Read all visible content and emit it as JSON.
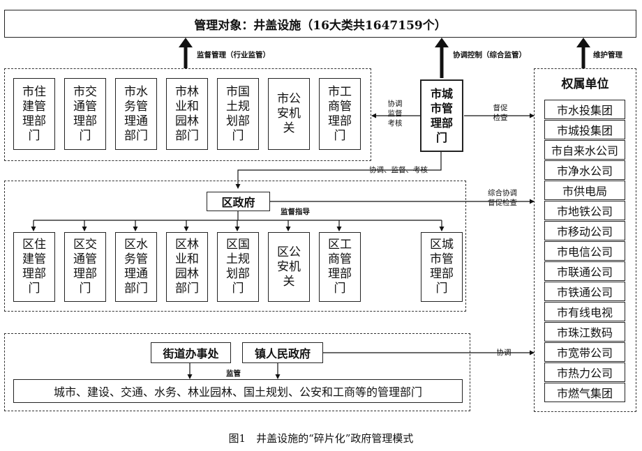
{
  "top": {
    "title": "管理对象：井盖设施（16大类共1647159个）"
  },
  "top_labels": {
    "supervision": "监督管理（行业监管）",
    "coordination": "协调控制（综合监管）",
    "maintenance": "维护管理"
  },
  "city_depts": [
    "市住建管理部门",
    "市交通管理部门",
    "市水务管理通部门",
    "市林业和园林部门",
    "市国土规划部门",
    "市公安机关",
    "市工商管理部门"
  ],
  "city_mgmt": "市城市管理部门",
  "labels": {
    "coord_supervise_assess_v": "协调\n监督\n考核",
    "urge_check_1": "督促\n检查",
    "coord_supervise_assess_h": "协调、监督、考核",
    "comprehensive": "综合协调\n督促检查",
    "supervise_guide": "监督指导",
    "supervise": "监管",
    "coordinate": "协调"
  },
  "district_gov": "区政府",
  "district_depts": [
    "区住建管理部门",
    "区交通管理部门",
    "区水务管理通部门",
    "区林业和园林部门",
    "区国土规划部门",
    "区公安机关",
    "区工商管理部门",
    "区城市管理部门"
  ],
  "street": {
    "office": "街道办事处",
    "town": "镇人民政府"
  },
  "bottom_depts": "城市、建设、交通、水务、林业园林、国土规划、公安和工商等的管理部门",
  "owners": {
    "title": "权属单位",
    "items": [
      "市水投集团",
      "市城投集团",
      "市自来水公司",
      "市净水公司",
      "市供电局",
      "市地铁公司",
      "市移动公司",
      "市电信公司",
      "市联通公司",
      "市铁通公司",
      "市有线电视",
      "市珠江数码",
      "市宽带公司",
      "市热力公司",
      "市燃气集团"
    ]
  },
  "caption": "图1　井盖设施的“碎片化”政府管理模式"
}
